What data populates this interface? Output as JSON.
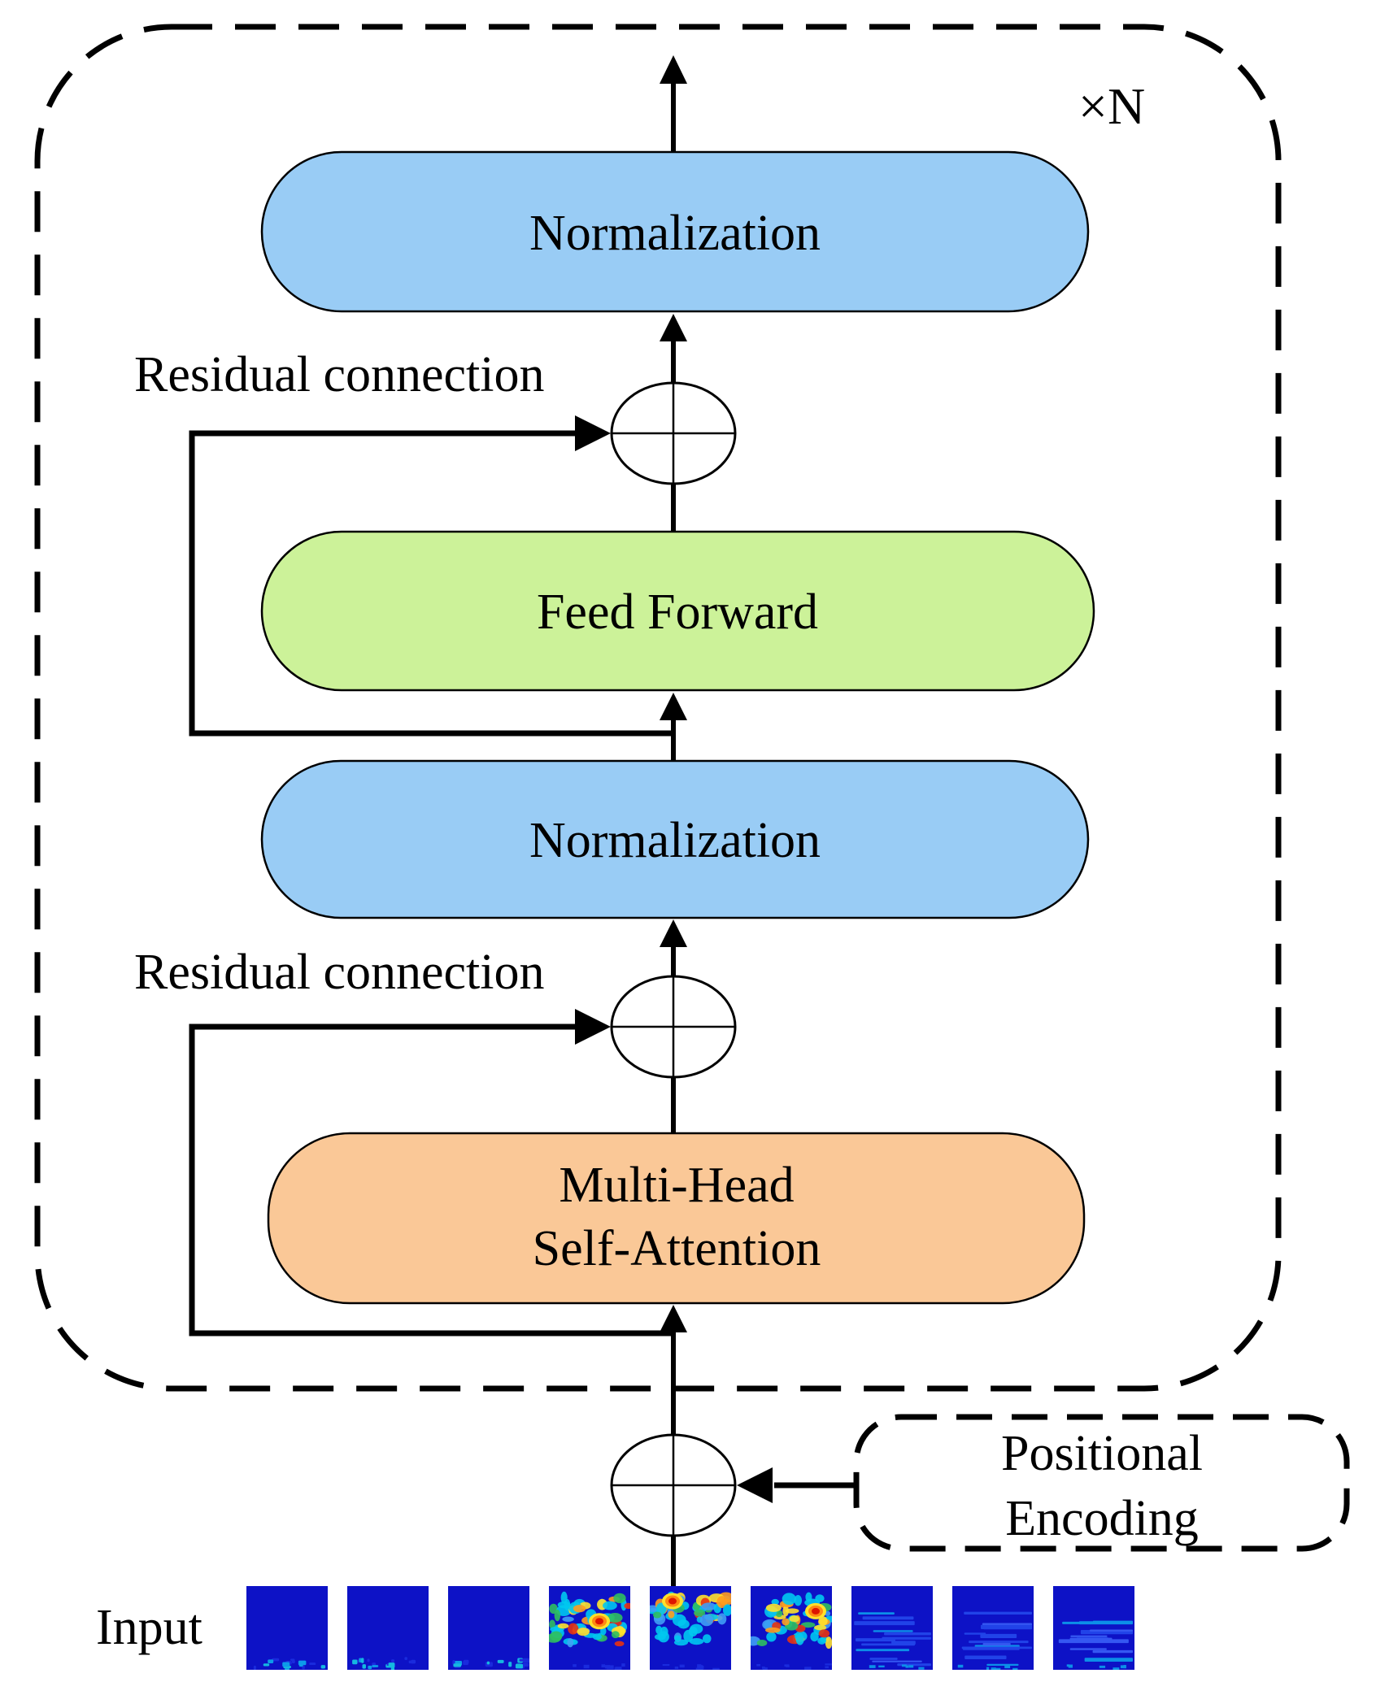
{
  "diagram": {
    "repeat_label": "×N",
    "blocks": {
      "norm_top": {
        "label": "Normalization",
        "fill": "#99ccf5"
      },
      "feed_forward": {
        "label": "Feed Forward",
        "fill": "#ccf299"
      },
      "norm_bottom": {
        "label": "Normalization",
        "fill": "#99ccf5"
      },
      "mhsa": {
        "label_line1": "Multi-Head",
        "label_line2": "Self-Attention",
        "fill": "#fac897"
      }
    },
    "residual_top_label": "Residual connection",
    "residual_bottom_label": "Residual connection",
    "positional_encoding": {
      "line1": "Positional",
      "line2": "Encoding"
    },
    "input_label": "Input",
    "colors": {
      "outline": "#000000",
      "tile_base": "#0d12c6"
    },
    "input_tiles": [
      {
        "style": "quiet"
      },
      {
        "style": "quiet"
      },
      {
        "style": "quiet"
      },
      {
        "style": "active",
        "hotspot": [
          0.62,
          0.42
        ]
      },
      {
        "style": "active",
        "hotspot": [
          0.28,
          0.18
        ]
      },
      {
        "style": "active",
        "hotspot": [
          0.8,
          0.3
        ]
      },
      {
        "style": "streaks"
      },
      {
        "style": "streaks"
      },
      {
        "style": "streaks"
      }
    ]
  }
}
